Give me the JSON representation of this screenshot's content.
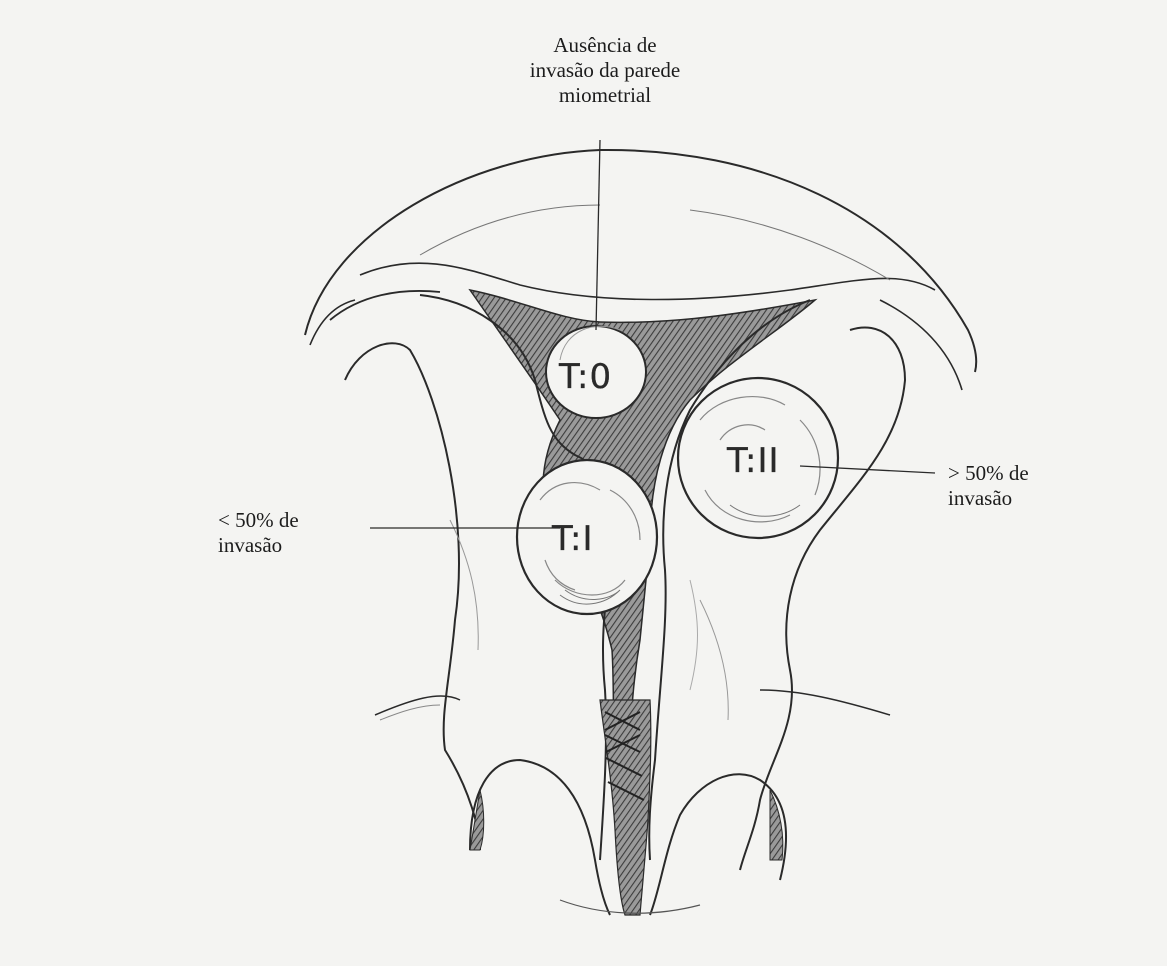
{
  "labels": {
    "t0": [
      "Ausência de",
      "invasão da parede",
      "miometrial"
    ],
    "t1": [
      "< 50% de",
      "invasão"
    ],
    "t2": [
      "> 50% de",
      "invasão"
    ]
  },
  "tumor_tags": {
    "t0": "T:0",
    "t1": "T:I",
    "t2": "T:II"
  },
  "colors": {
    "paper": "#f4f4f2",
    "ink": "#2a2a2a",
    "shade": "#6b6b6b"
  }
}
